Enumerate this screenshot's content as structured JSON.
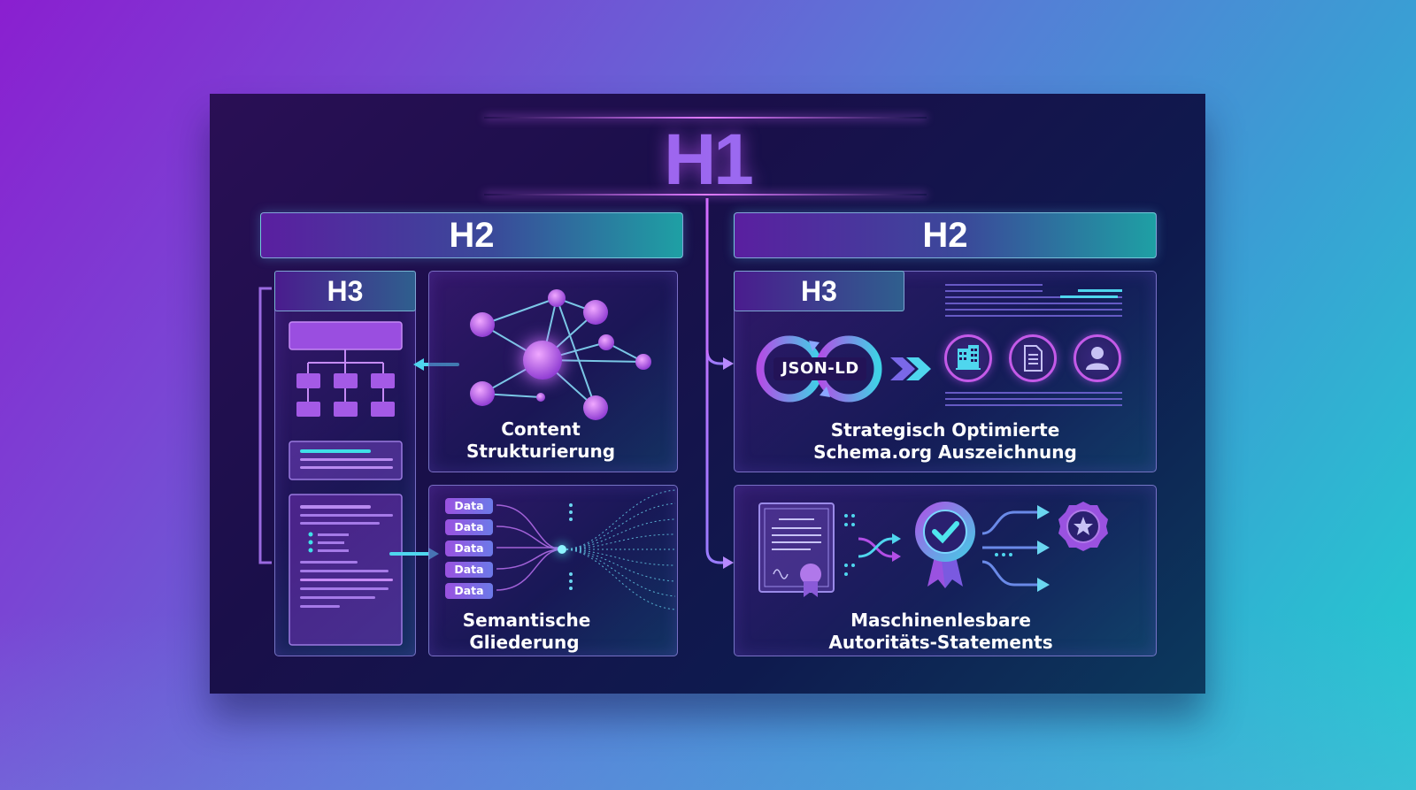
{
  "h1": "H1",
  "left": {
    "h2": "H2",
    "h3": "H3",
    "topbox": {
      "label_line1": "Content",
      "label_line2": "Strukturierung"
    },
    "bottombox": {
      "pills": [
        "Data",
        "Data",
        "Data",
        "Data",
        "Data"
      ],
      "label_line1": "Semantische",
      "label_line2": "Gliederung"
    }
  },
  "right": {
    "h2": "H2",
    "h3": "H3",
    "topbox": {
      "badge": "JSON-LD",
      "icons": [
        "building-icon",
        "document-icon",
        "person-icon"
      ],
      "label_line1": "Strategisch Optimierte",
      "label_line2": "Schema.org Auszeichnung"
    },
    "bottombox": {
      "icons": [
        "certificate-icon",
        "verified-badge-icon",
        "star-badge-icon"
      ],
      "label_line1": "Maschinenlesbare",
      "label_line2": "Autoritäts-Statements"
    }
  },
  "colors": {
    "accent_purple": "#c45ae8",
    "accent_cyan": "#2ee0e0",
    "panel_bg": "#1a0f4a"
  }
}
